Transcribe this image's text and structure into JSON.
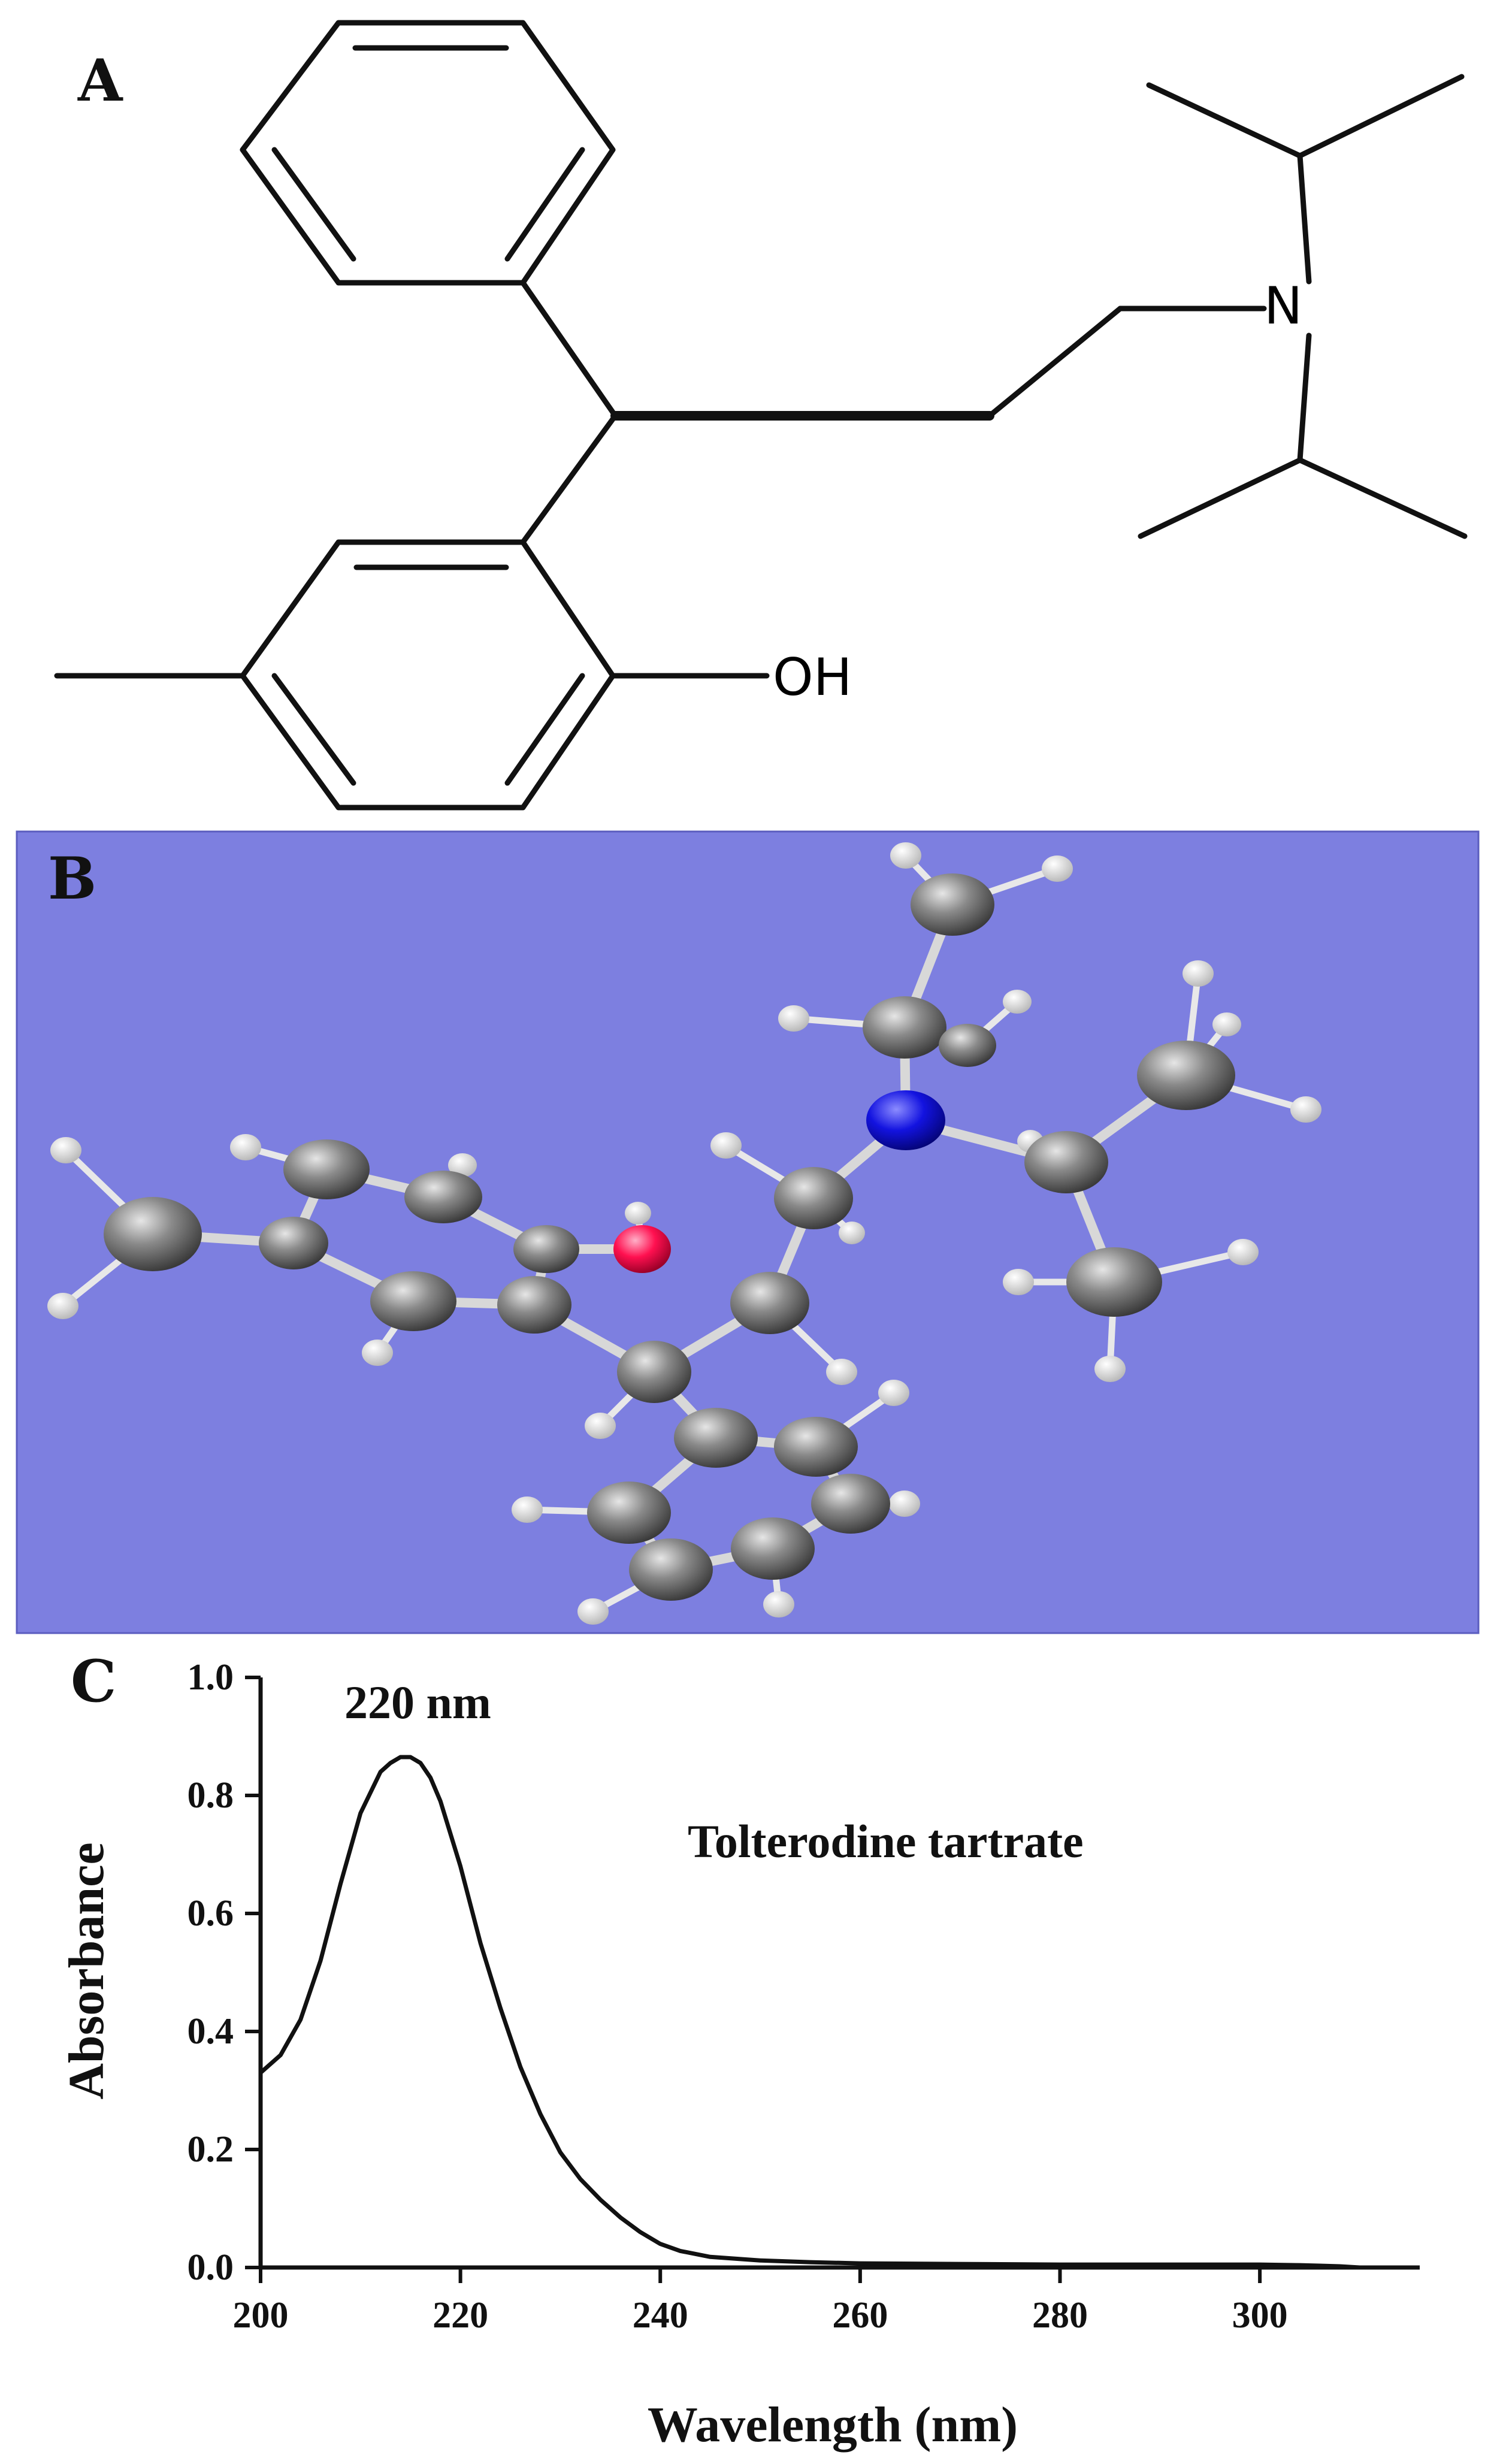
{
  "panels": {
    "a": {
      "letter": "A"
    },
    "b": {
      "letter": "B"
    },
    "c": {
      "letter": "C"
    }
  },
  "structure": {
    "nitrogen_label": "N",
    "hydroxyl_label": "OH"
  },
  "model": {
    "background_color": "#7d7fe0",
    "atom_colors": {
      "carbon": "#5e5e5e",
      "hydrogen": "#ffffff",
      "nitrogen": "#1313e0",
      "oxygen": "#ff1050"
    }
  },
  "chart_data": {
    "type": "line",
    "title": "",
    "xlabel": "Wavelength (nm)",
    "ylabel": "Absorbance",
    "xlim": [
      200,
      316
    ],
    "ylim": [
      0,
      1.0
    ],
    "xticks": [
      200,
      220,
      240,
      260,
      280,
      300
    ],
    "yticks": [
      "0.0",
      "0.2",
      "0.4",
      "0.6",
      "0.8",
      "1.0"
    ],
    "annotations": {
      "peak": "220 nm",
      "compound": "Tolterodine tartrate"
    },
    "series": [
      {
        "x": [
          200,
          202,
          204,
          206,
          208,
          210,
          212,
          213,
          214,
          215,
          216,
          217,
          218,
          220,
          222,
          224,
          226,
          228,
          230,
          232,
          234,
          236,
          238,
          240,
          242,
          245,
          250,
          255,
          260,
          270,
          280,
          290,
          300,
          304,
          306,
          308,
          310
        ],
        "y": [
          0.33,
          0.36,
          0.42,
          0.52,
          0.65,
          0.77,
          0.84,
          0.855,
          0.865,
          0.865,
          0.855,
          0.83,
          0.79,
          0.68,
          0.55,
          0.44,
          0.34,
          0.26,
          0.195,
          0.15,
          0.115,
          0.085,
          0.06,
          0.04,
          0.028,
          0.018,
          0.012,
          0.009,
          0.007,
          0.006,
          0.005,
          0.005,
          0.005,
          0.004,
          0.003,
          0.002,
          0.0
        ]
      }
    ]
  }
}
